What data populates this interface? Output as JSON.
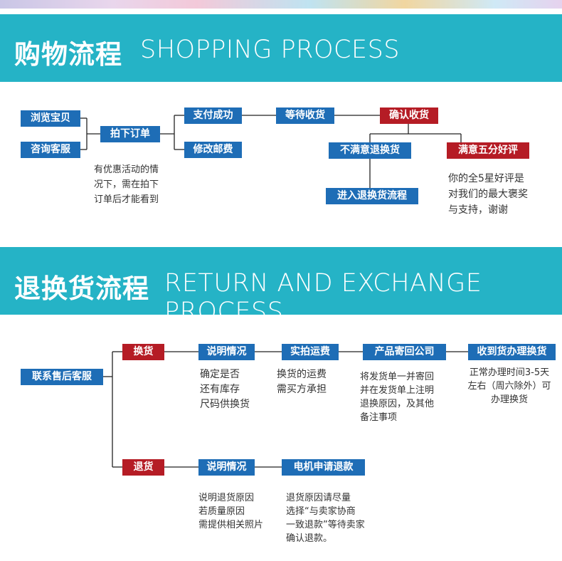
{
  "colors": {
    "banner": "#25b3c6",
    "blue_box": "#1e6db6",
    "red_box": "#b51c25",
    "line": "#222222"
  },
  "shopping": {
    "title_cn": "购物流程",
    "title_en": "SHOPPING PROCESS",
    "browse": "浏览宝贝",
    "consult": "咨询客服",
    "order": "拍下订单",
    "pay_success": "支付成功",
    "edit_postage": "修改邮费",
    "wait_receive": "等待收货",
    "confirm_receive": "确认收货",
    "unsatisfied": "不满意退换货",
    "satisfied": "满意五分好评",
    "enter_return": "进入退换货流程",
    "order_note": [
      "有优惠活动的情",
      "况下，需在拍下",
      "订单后才能看到"
    ],
    "satisfied_note": [
      "你的全5星好评是",
      "对我们的最大褒奖",
      "与支持，谢谢"
    ]
  },
  "returns": {
    "title_cn": "退换货流程",
    "title_en": "RETURN AND EXCHANGE PROCESS",
    "contact": "联系售后客服",
    "exchange": "换货",
    "refund": "退货",
    "explain1": "说明情况",
    "photo_freight": "实拍运费",
    "send_back": "产品寄回公司",
    "receive_exchange": "收到货办理换货",
    "explain2": "说明情况",
    "apply_refund": "电机申请退款",
    "explain1_note": [
      "确定是否",
      "还有库存",
      "尺码供换货"
    ],
    "freight_note": [
      "换货的运费",
      "需买方承担"
    ],
    "send_note": [
      "将发货单一并寄回",
      "并在发货单上注明",
      "退换原因，及其他",
      "备注事项"
    ],
    "receive_note": [
      "正常办理时间3-5天",
      "左右（周六除外）可",
      "办理换货"
    ],
    "explain2_note": [
      "说明退货原因",
      "若质量原因",
      "需提供相关照片"
    ],
    "refund_note": [
      "退货原因请尽量",
      "选择“与卖家协商",
      "一致退款”等待卖家",
      "确认退款。"
    ]
  }
}
